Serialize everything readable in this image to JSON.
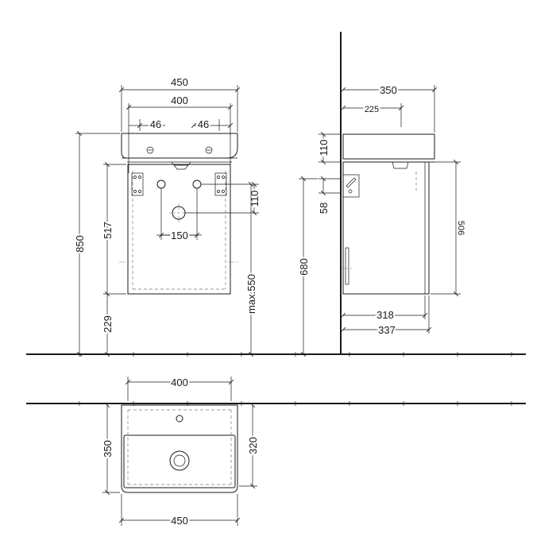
{
  "front_view": {
    "basin_width": "450",
    "mount_spacing": "400",
    "edge_left": "46",
    "edge_right": "46",
    "total_height": "850",
    "cabinet_height": "517",
    "floor_clearance": "229",
    "max_height": "max.550",
    "hole_offset": "110",
    "hole_spacing": "150"
  },
  "side_view": {
    "depth": "350",
    "tap_offset": "225",
    "basin_thickness": "110",
    "bracket_offset": "58",
    "mount_height": "680",
    "cabinet_height": "506",
    "cabinet_depth_inner": "318",
    "cabinet_depth_outer": "337"
  },
  "top_view": {
    "mount_spacing": "400",
    "depth_outer": "350",
    "depth_inner": "320",
    "basin_width": "450"
  }
}
